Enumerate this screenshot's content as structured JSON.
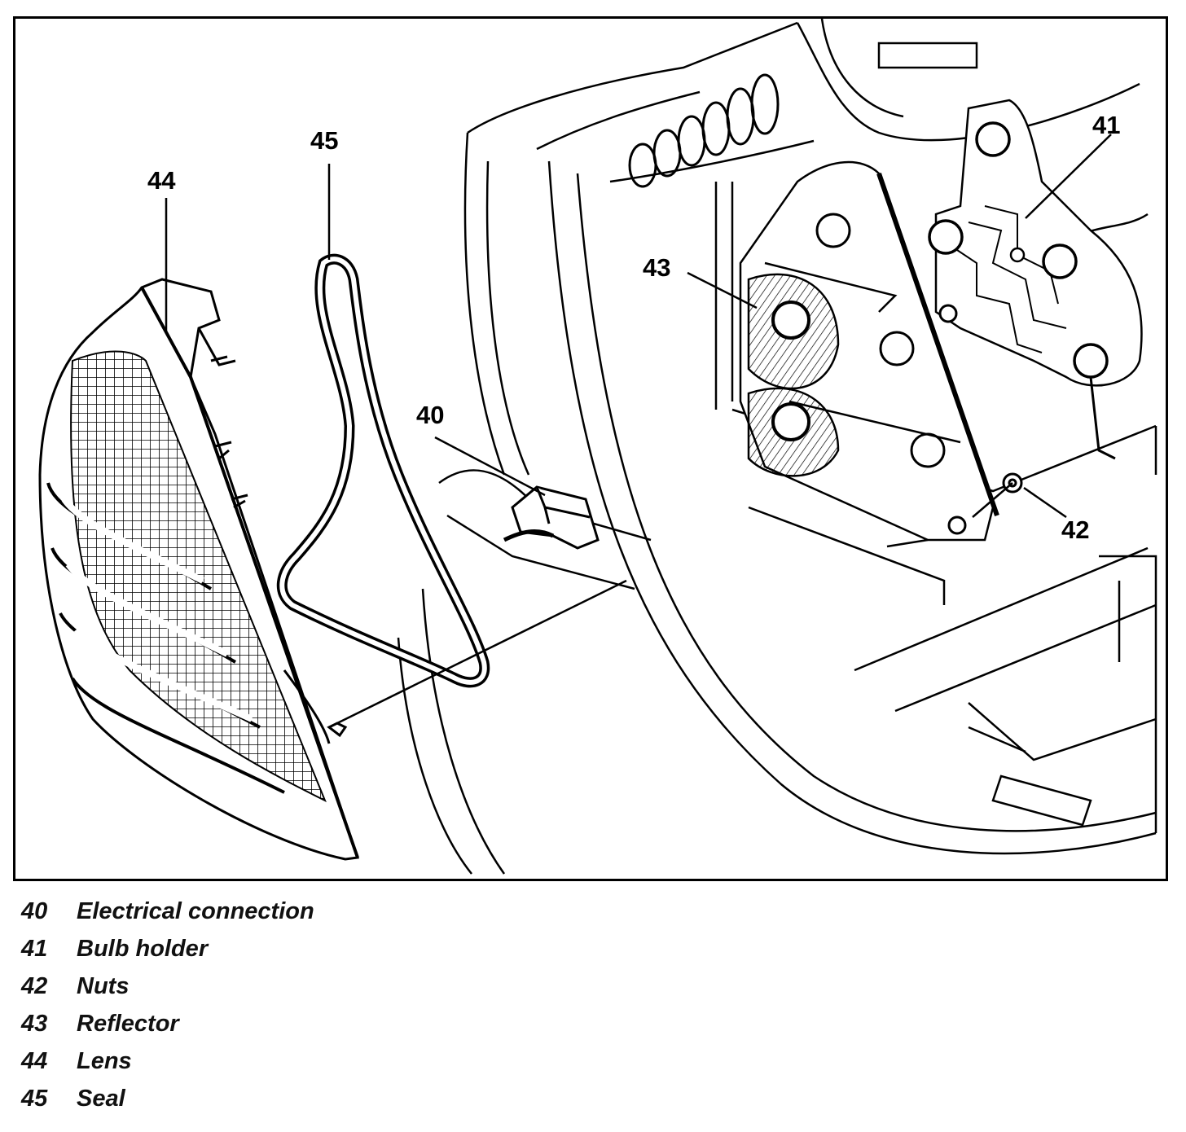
{
  "callouts": {
    "c40": "40",
    "c41": "41",
    "c42": "42",
    "c43": "43",
    "c44": "44",
    "c45": "45"
  },
  "legend": [
    {
      "num": "40",
      "label": "Electrical connection"
    },
    {
      "num": "41",
      "label": "Bulb holder"
    },
    {
      "num": "42",
      "label": "Nuts"
    },
    {
      "num": "43",
      "label": "Reflector"
    },
    {
      "num": "44",
      "label": "Lens"
    },
    {
      "num": "45",
      "label": "Seal"
    }
  ]
}
